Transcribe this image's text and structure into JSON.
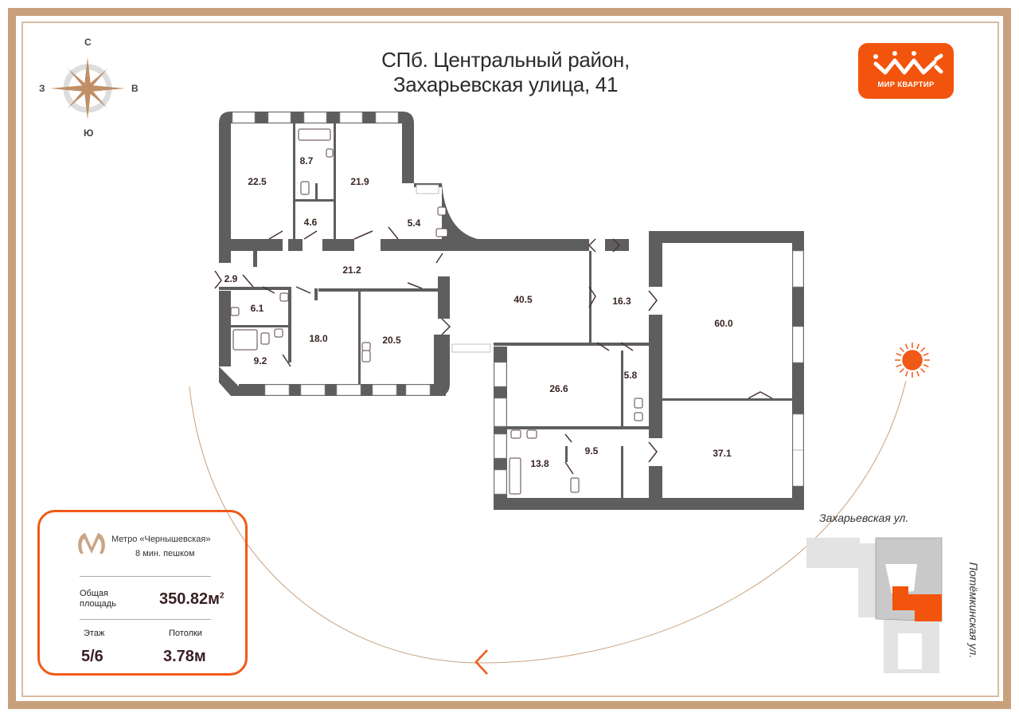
{
  "header": {
    "title_line1": "СПб. Центральный район,",
    "title_line2": "Захарьевская улица, 41"
  },
  "logo": {
    "text": "МИР КВАРТИР",
    "color": "#f2540d"
  },
  "compass": {
    "north": "С",
    "south": "Ю",
    "west": "З",
    "east": "В"
  },
  "rooms": [
    "22.5",
    "8.7",
    "21.9",
    "4.6",
    "5.4",
    "21.2",
    "2.9",
    "6.1",
    "18.0",
    "20.5",
    "9.2",
    "40.5",
    "16.3",
    "60.0",
    "26.6",
    "5.8",
    "13.8",
    "9.5",
    "37.1"
  ],
  "info": {
    "metro_name": "Метро «Чернышевская»",
    "metro_time": "8 мин. пешком",
    "area_label_1": "Общая",
    "area_label_2": "площадь",
    "area_value": "350.82м",
    "area_unit_sup": "2",
    "floor_label": "Этаж",
    "floor_value": "5/6",
    "ceiling_label": "Потолки",
    "ceiling_value": "3.78м"
  },
  "map": {
    "street_top": "Захарьевская ул.",
    "street_side": "Потёмкинская ул."
  },
  "colors": {
    "accent": "#f2540d",
    "frame": "#c8a07c",
    "wall": "#5e5e5e"
  }
}
